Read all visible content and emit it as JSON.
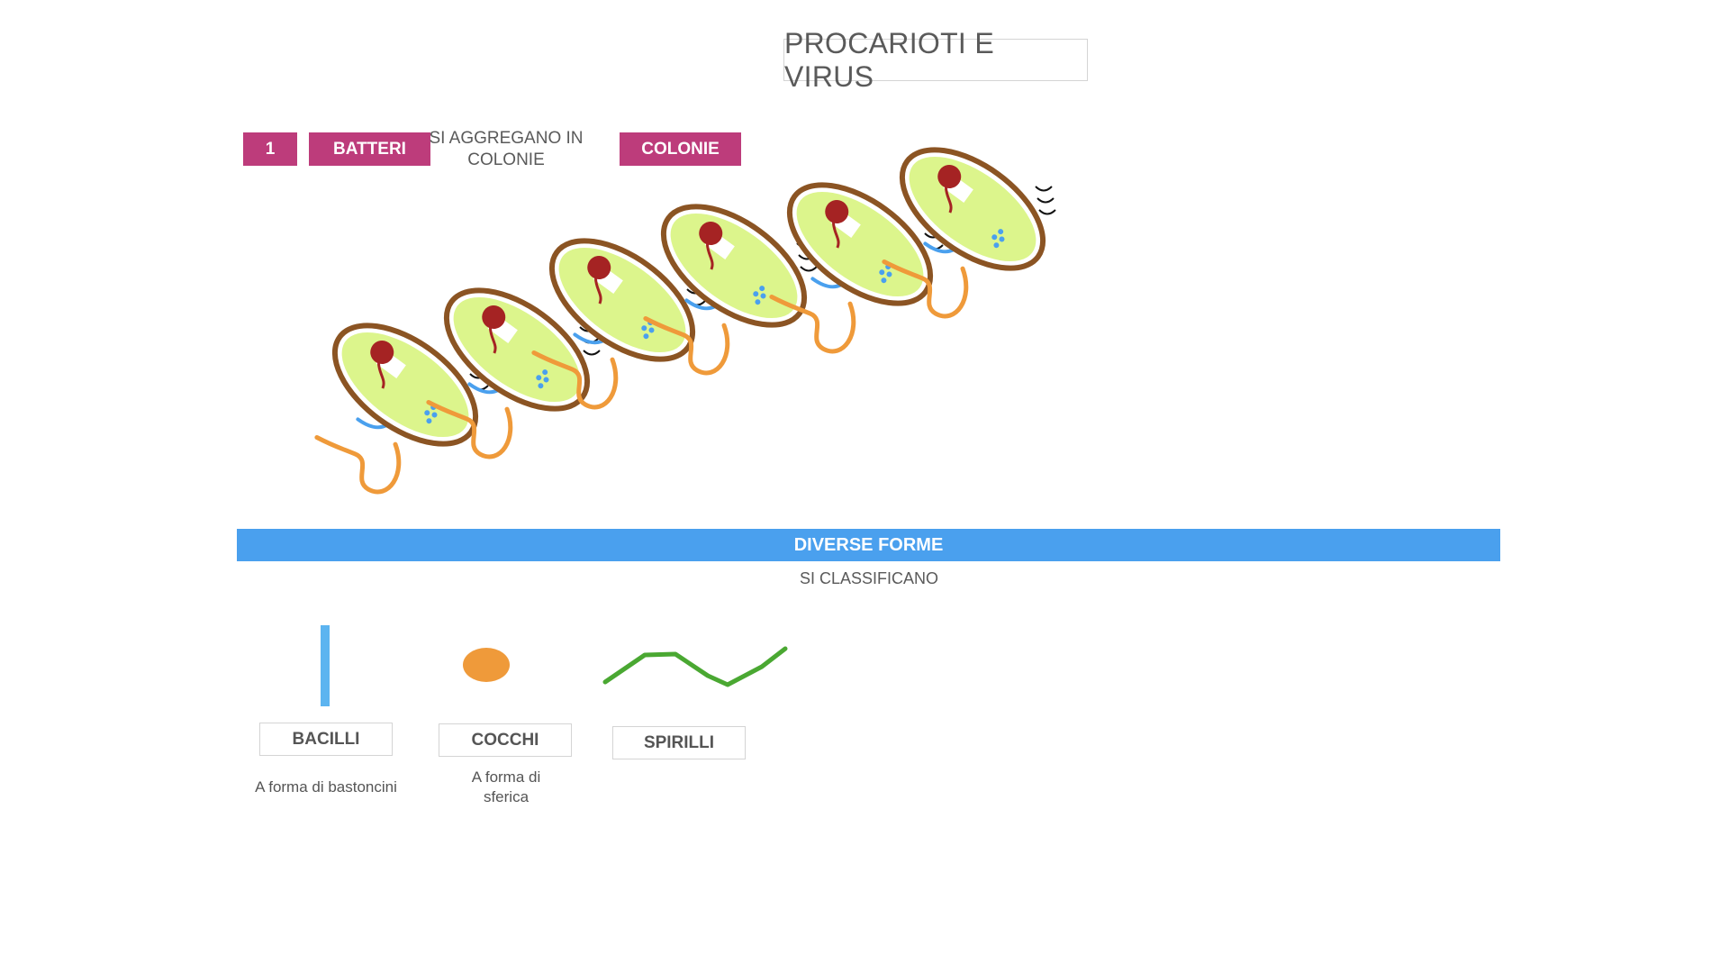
{
  "title": "PROCARIOTI E VIRUS",
  "row1": {
    "number": "1",
    "batteri": "BATTERI",
    "aggregate_line1": "SI AGGREGANO IN",
    "aggregate_line2": "COLONIE",
    "colonie": "COLONIE"
  },
  "band": "DIVERSE FORME",
  "classify": "SI CLASSIFICANO",
  "shapes": [
    {
      "label": "BACILLI",
      "desc": "A forma di bastoncini",
      "desc2": ""
    },
    {
      "label": "COCCHI",
      "desc": "A forma di",
      "desc2": "sferica"
    },
    {
      "label": "SPIRILLI",
      "desc": "",
      "desc2": ""
    }
  ],
  "colors": {
    "tag": "#bd3c7b",
    "band": "#4aa0ee",
    "bacillus": "#5cb4f0",
    "coccus": "#ef9a3a",
    "spirillum": "#4aa832",
    "cell_wall": "#8b5423",
    "cytoplasm": "#dcf58c",
    "nucleoid": "#a52323",
    "flagellum": "#ef9a3a",
    "pilus": "#4aa0ee"
  },
  "icons": {
    "bacterium": "bacterium-icon",
    "bacillus": "bacillus-shape-icon",
    "coccus": "coccus-shape-icon",
    "spirillum": "spirillum-shape-icon"
  }
}
